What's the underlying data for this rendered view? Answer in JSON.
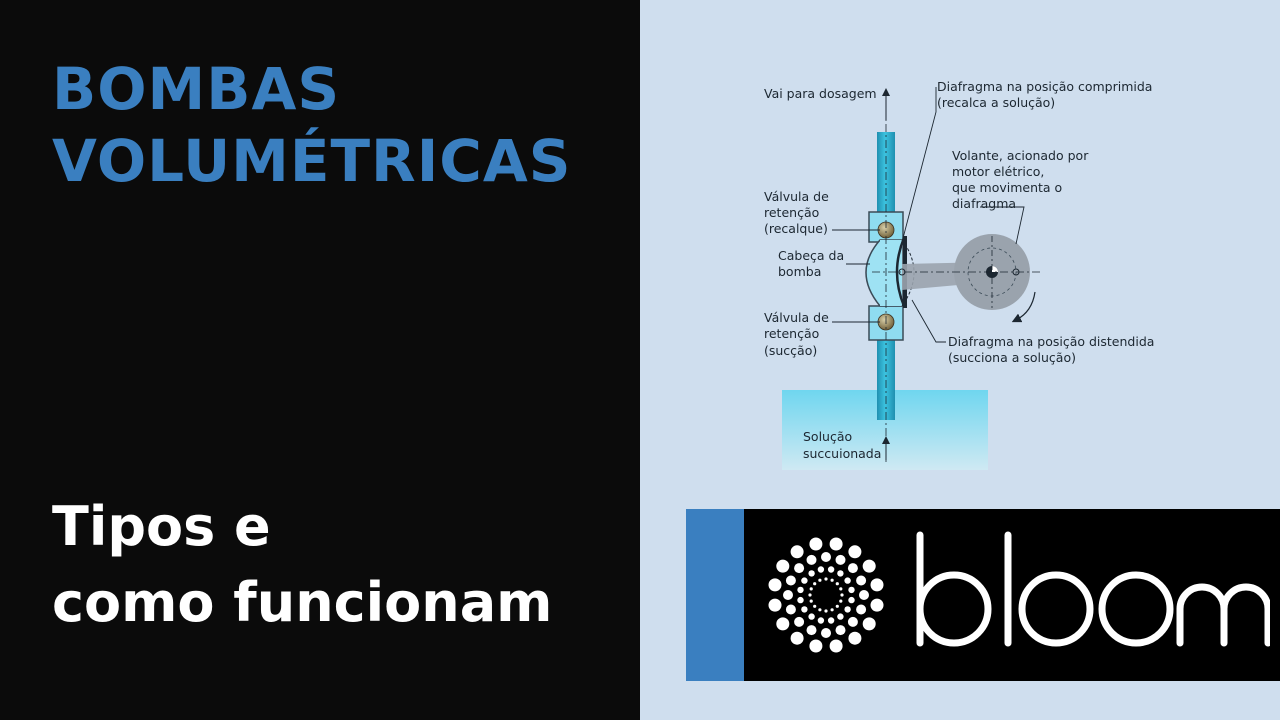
{
  "title": {
    "line1": "BOMBAS",
    "line2": "VOLUMÉTRICAS"
  },
  "subtitle": {
    "line1": "Tipos e",
    "line2": "como funcionam"
  },
  "diagram": {
    "top_flow_label": "Vai para dosagem",
    "valve_top": {
      "line1": "Válvula de",
      "line2": "retenção",
      "line3": "(recalque)"
    },
    "pump_head": {
      "line1": "Cabeça da",
      "line2": "bomba"
    },
    "valve_bottom": {
      "line1": "Válvula de",
      "line2": "retenção",
      "line3": "(sucção)"
    },
    "solution": {
      "line1": "Solução",
      "line2": "succuionada"
    },
    "diaphragm_compressed": {
      "line1": "Diafragma na posição comprimida",
      "line2": "(recalca a solução)"
    },
    "flywheel": {
      "line1": "Volante, acionado por",
      "line2": "motor elétrico,",
      "line3": "que movimenta o",
      "line4": "diafragma"
    },
    "diaphragm_extended": {
      "line1": "Diafragma na posição distendida",
      "line2": "(succiona a solução)"
    }
  },
  "logo": {
    "text": "bloom"
  },
  "colors": {
    "brand_blue": "#3a7fc0",
    "left_bg": "#0b0b0b",
    "right_bg": "#cfdeee",
    "pipe": "#2aa8c8",
    "liquid": "#8fdcf0",
    "wheel": "#9aa3ad"
  }
}
